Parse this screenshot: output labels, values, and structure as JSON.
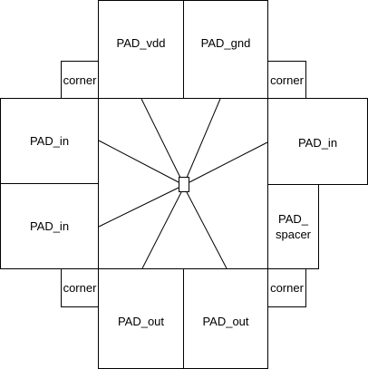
{
  "pads": {
    "top_left": "PAD_vdd",
    "top_right": "PAD_gnd",
    "left_top": "PAD_in",
    "left_bottom": "PAD_in",
    "right_top": "PAD_in",
    "right_bottom": "PAD_\nspacer",
    "bottom_left": "PAD_out",
    "bottom_right": "PAD_out"
  },
  "corners": {
    "top_left": "corner",
    "top_right": "corner",
    "bottom_left": "corner",
    "bottom_right": "corner"
  },
  "colors": {
    "stroke": "#000000",
    "fill": "#ffffff"
  }
}
